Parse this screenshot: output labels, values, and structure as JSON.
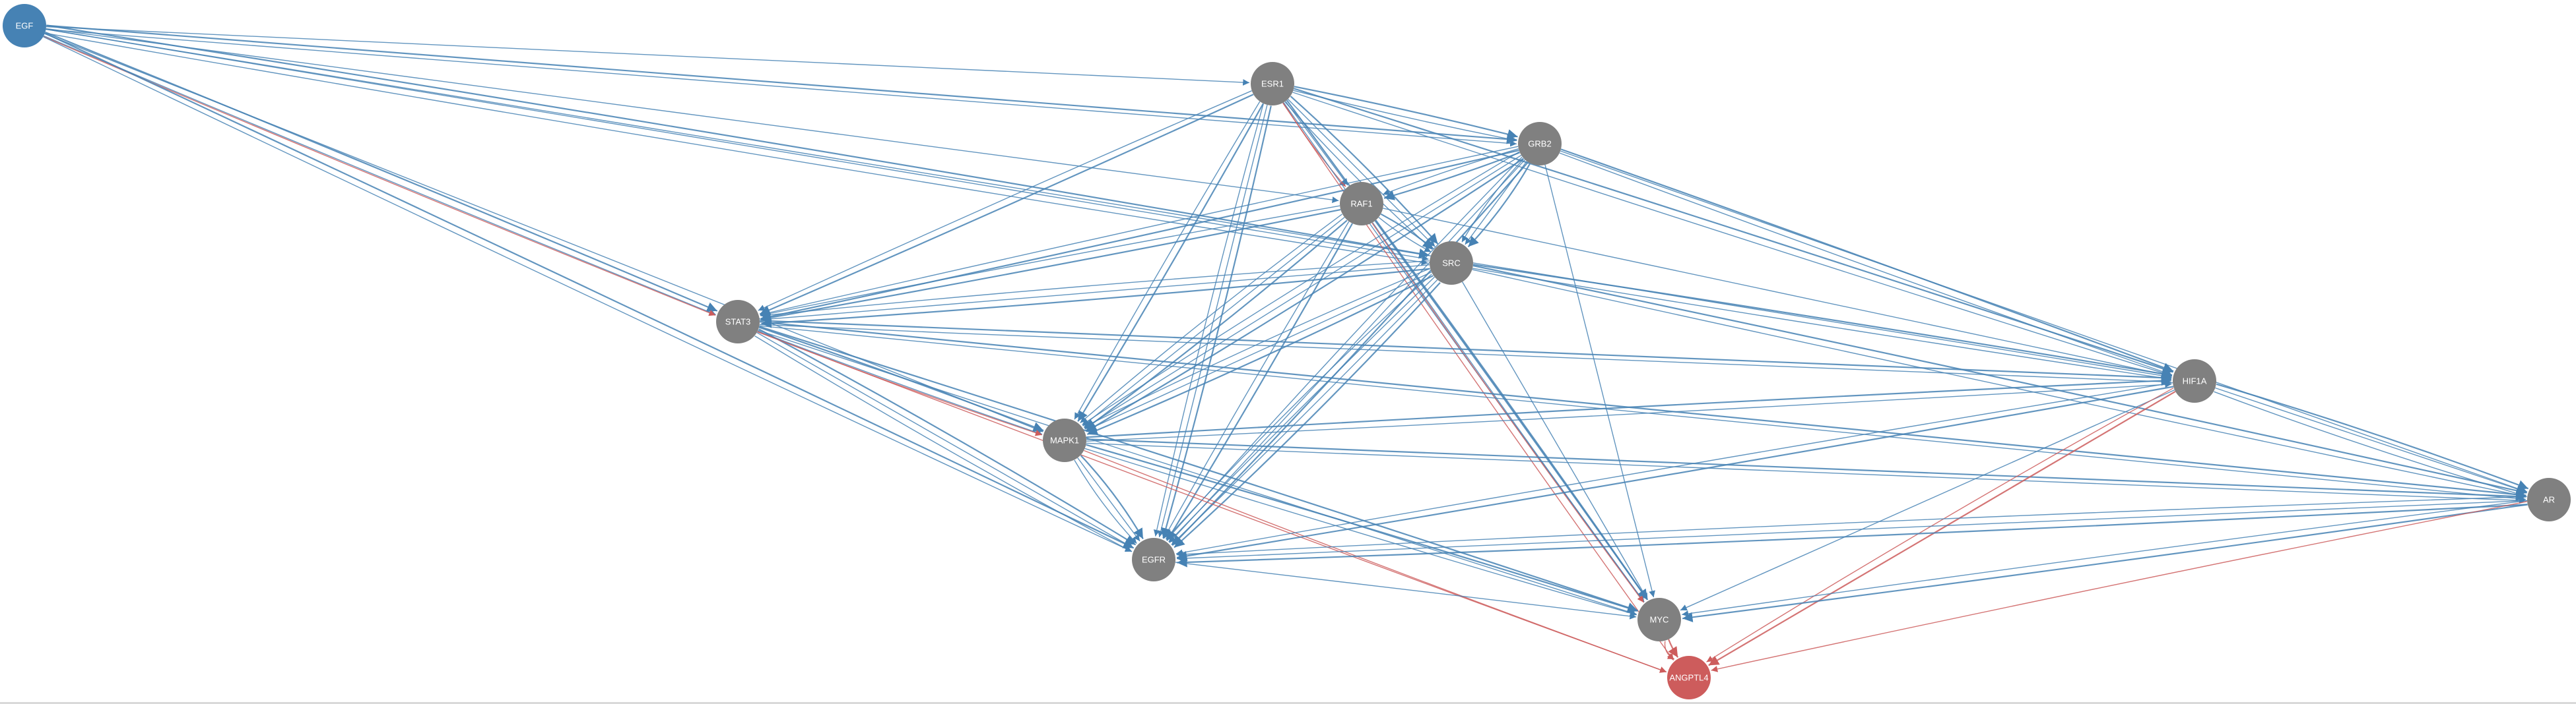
{
  "colors": {
    "source_node": "#4682b4",
    "target_node": "#cd5c5c",
    "gene_node": "#808080",
    "edge_blue": "#4682b4",
    "edge_red": "#cd5c5c",
    "label": "#ffffff"
  },
  "nodes": [
    {
      "id": "EGF",
      "label": "EGF",
      "role": "source"
    },
    {
      "id": "ESR1",
      "label": "ESR1",
      "role": "gene"
    },
    {
      "id": "GRB2",
      "label": "GRB2",
      "role": "gene"
    },
    {
      "id": "RAF1",
      "label": "RAF1",
      "role": "gene"
    },
    {
      "id": "SRC",
      "label": "SRC",
      "role": "gene"
    },
    {
      "id": "STAT3",
      "label": "STAT3",
      "role": "gene"
    },
    {
      "id": "MAPK1",
      "label": "MAPK1",
      "role": "gene"
    },
    {
      "id": "HIF1A",
      "label": "HIF1A",
      "role": "gene"
    },
    {
      "id": "AR",
      "label": "AR",
      "role": "gene"
    },
    {
      "id": "EGFR",
      "label": "EGFR",
      "role": "gene"
    },
    {
      "id": "MYC",
      "label": "MYC",
      "role": "gene"
    },
    {
      "id": "ANGPTL4",
      "label": "ANGPTL4",
      "role": "target"
    }
  ],
  "edges": [
    {
      "from": "EGF",
      "to": "ESR1",
      "color": "blue",
      "count": 1
    },
    {
      "from": "EGF",
      "to": "GRB2",
      "color": "blue",
      "count": 2
    },
    {
      "from": "EGF",
      "to": "RAF1",
      "color": "blue",
      "count": 1
    },
    {
      "from": "EGF",
      "to": "SRC",
      "color": "blue",
      "count": 3
    },
    {
      "from": "EGF",
      "to": "STAT3",
      "color": "blue",
      "count": 2
    },
    {
      "from": "EGF",
      "to": "STAT3",
      "color": "red",
      "count": 1
    },
    {
      "from": "EGF",
      "to": "MAPK1",
      "color": "blue",
      "count": 1
    },
    {
      "from": "EGF",
      "to": "EGFR",
      "color": "blue",
      "count": 2
    },
    {
      "from": "EGF",
      "to": "HIF1A",
      "color": "blue",
      "count": 1
    },
    {
      "from": "ESR1",
      "to": "GRB2",
      "color": "blue",
      "count": 2
    },
    {
      "from": "ESR1",
      "to": "RAF1",
      "color": "red",
      "count": 1
    },
    {
      "from": "ESR1",
      "to": "RAF1",
      "color": "blue",
      "count": 1
    },
    {
      "from": "ESR1",
      "to": "SRC",
      "color": "blue",
      "count": 3
    },
    {
      "from": "ESR1",
      "to": "STAT3",
      "color": "blue",
      "count": 2
    },
    {
      "from": "ESR1",
      "to": "MAPK1",
      "color": "blue",
      "count": 2
    },
    {
      "from": "ESR1",
      "to": "EGFR",
      "color": "blue",
      "count": 3
    },
    {
      "from": "ESR1",
      "to": "MYC",
      "color": "blue",
      "count": 2
    },
    {
      "from": "ESR1",
      "to": "HIF1A",
      "color": "blue",
      "count": 2
    },
    {
      "from": "ESR1",
      "to": "ANGPTL4",
      "color": "red",
      "count": 1
    },
    {
      "from": "GRB2",
      "to": "RAF1",
      "color": "blue",
      "count": 2
    },
    {
      "from": "GRB2",
      "to": "SRC",
      "color": "blue",
      "count": 3
    },
    {
      "from": "GRB2",
      "to": "STAT3",
      "color": "blue",
      "count": 2
    },
    {
      "from": "GRB2",
      "to": "MAPK1",
      "color": "blue",
      "count": 3
    },
    {
      "from": "GRB2",
      "to": "EGFR",
      "color": "blue",
      "count": 3
    },
    {
      "from": "GRB2",
      "to": "MYC",
      "color": "blue",
      "count": 1
    },
    {
      "from": "GRB2",
      "to": "HIF1A",
      "color": "blue",
      "count": 2
    },
    {
      "from": "GRB2",
      "to": "AR",
      "color": "blue",
      "count": 1
    },
    {
      "from": "RAF1",
      "to": "SRC",
      "color": "blue",
      "count": 2
    },
    {
      "from": "RAF1",
      "to": "STAT3",
      "color": "blue",
      "count": 2
    },
    {
      "from": "RAF1",
      "to": "MAPK1",
      "color": "blue",
      "count": 3
    },
    {
      "from": "RAF1",
      "to": "EGFR",
      "color": "blue",
      "count": 2
    },
    {
      "from": "RAF1",
      "to": "MYC",
      "color": "blue",
      "count": 2
    },
    {
      "from": "RAF1",
      "to": "MYC",
      "color": "red",
      "count": 1
    },
    {
      "from": "RAF1",
      "to": "HIF1A",
      "color": "blue",
      "count": 1
    },
    {
      "from": "SRC",
      "to": "STAT3",
      "color": "blue",
      "count": 3
    },
    {
      "from": "SRC",
      "to": "MAPK1",
      "color": "blue",
      "count": 3
    },
    {
      "from": "SRC",
      "to": "EGFR",
      "color": "blue",
      "count": 4
    },
    {
      "from": "SRC",
      "to": "MYC",
      "color": "blue",
      "count": 1
    },
    {
      "from": "SRC",
      "to": "HIF1A",
      "color": "blue",
      "count": 2
    },
    {
      "from": "SRC",
      "to": "AR",
      "color": "blue",
      "count": 2
    },
    {
      "from": "STAT3",
      "to": "MAPK1",
      "color": "blue",
      "count": 2
    },
    {
      "from": "STAT3",
      "to": "MAPK1",
      "color": "red",
      "count": 1
    },
    {
      "from": "STAT3",
      "to": "EGFR",
      "color": "blue",
      "count": 3
    },
    {
      "from": "STAT3",
      "to": "MYC",
      "color": "blue",
      "count": 2
    },
    {
      "from": "STAT3",
      "to": "HIF1A",
      "color": "blue",
      "count": 2
    },
    {
      "from": "STAT3",
      "to": "AR",
      "color": "blue",
      "count": 2
    },
    {
      "from": "STAT3",
      "to": "ANGPTL4",
      "color": "red",
      "count": 1
    },
    {
      "from": "MAPK1",
      "to": "EGFR",
      "color": "blue",
      "count": 3
    },
    {
      "from": "MAPK1",
      "to": "MYC",
      "color": "blue",
      "count": 2
    },
    {
      "from": "MAPK1",
      "to": "HIF1A",
      "color": "blue",
      "count": 2
    },
    {
      "from": "MAPK1",
      "to": "AR",
      "color": "blue",
      "count": 2
    },
    {
      "from": "MAPK1",
      "to": "ANGPTL4",
      "color": "red",
      "count": 1
    },
    {
      "from": "HIF1A",
      "to": "AR",
      "color": "blue",
      "count": 3
    },
    {
      "from": "HIF1A",
      "to": "EGFR",
      "color": "blue",
      "count": 2
    },
    {
      "from": "HIF1A",
      "to": "MYC",
      "color": "blue",
      "count": 1
    },
    {
      "from": "HIF1A",
      "to": "ANGPTL4",
      "color": "red",
      "count": 2
    },
    {
      "from": "AR",
      "to": "EGFR",
      "color": "blue",
      "count": 3
    },
    {
      "from": "AR",
      "to": "MYC",
      "color": "blue",
      "count": 2
    },
    {
      "from": "AR",
      "to": "ANGPTL4",
      "color": "red",
      "count": 1
    },
    {
      "from": "EGFR",
      "to": "MYC",
      "color": "blue",
      "count": 1
    },
    {
      "from": "MYC",
      "to": "ANGPTL4",
      "color": "red",
      "count": 2
    }
  ]
}
